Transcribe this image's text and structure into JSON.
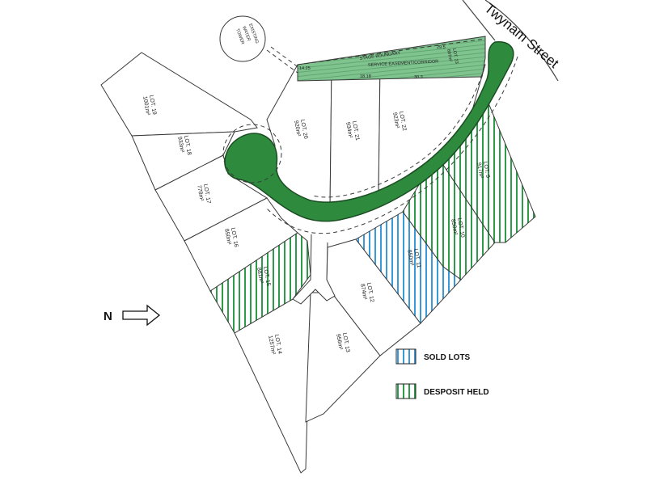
{
  "street_name": "Twynam Street",
  "north_label": "N",
  "water_tower": {
    "line1": "EXISTING",
    "line2": "WATER",
    "line3": "TOWER"
  },
  "easement": {
    "label": "SERVICE EASEMENT/CORRIDOR",
    "boundary_label": "STAGE BOUNDARY",
    "dim_a": "14.25",
    "dim_b": "18.18",
    "dim_c": "30.3",
    "dim_d": "29.5"
  },
  "lots": [
    {
      "lot": "LOT. 19",
      "area": "1001m²",
      "status": "available"
    },
    {
      "lot": "LOT. 18",
      "area": "933m²",
      "status": "available"
    },
    {
      "lot": "LOT. 17",
      "area": "778m²",
      "status": "available"
    },
    {
      "lot": "LOT. 16",
      "area": "850m²",
      "status": "available"
    },
    {
      "lot": "LOT. 15",
      "area": "881m²",
      "status": "deposit"
    },
    {
      "lot": "LOT. 14",
      "area": "1257m²",
      "status": "available"
    },
    {
      "lot": "LOT. 13",
      "area": "956m²",
      "status": "available"
    },
    {
      "lot": "LOT. 12",
      "area": "874m²",
      "status": "available"
    },
    {
      "lot": "LOT. 11",
      "area": "850m²",
      "status": "sold"
    },
    {
      "lot": "LOT. 10",
      "area": "850m²",
      "status": "deposit"
    },
    {
      "lot": "LOT. 9",
      "area": "917m²",
      "status": "deposit"
    },
    {
      "lot": "LOT. 20",
      "area": "920m²",
      "status": "available"
    },
    {
      "lot": "LOT. 21",
      "area": "934m²",
      "status": "available"
    },
    {
      "lot": "LOT. 22",
      "area": "923m²",
      "status": "available"
    },
    {
      "lot": "LOT. 23",
      "area": "887m²",
      "status": "available"
    }
  ],
  "legend": {
    "sold": "SOLD LOTS",
    "deposit": "DESPOSIT HELD",
    "sold_color": "#3a9ad9",
    "deposit_color": "#2e9a4a"
  }
}
